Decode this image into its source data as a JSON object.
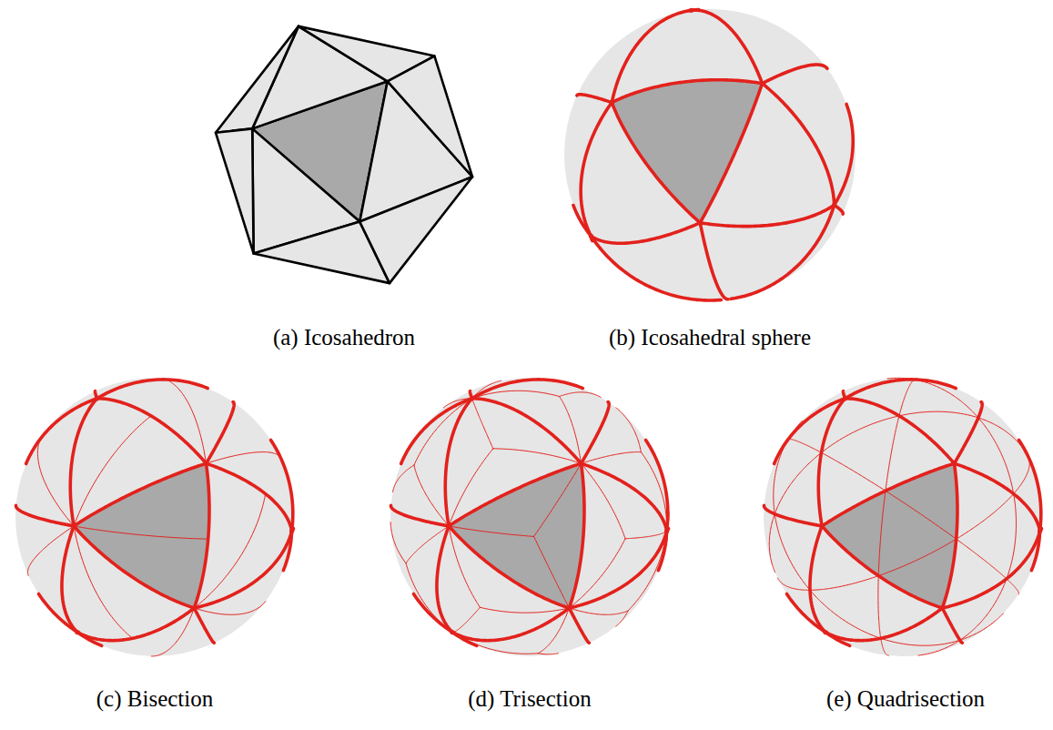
{
  "diagram": {
    "labels": [
      "(a) Icosahedron",
      "(b) Icosahedral sphere",
      "(c) Bisection",
      "(d) Trisection",
      "(e) Quadrisection"
    ]
  }
}
